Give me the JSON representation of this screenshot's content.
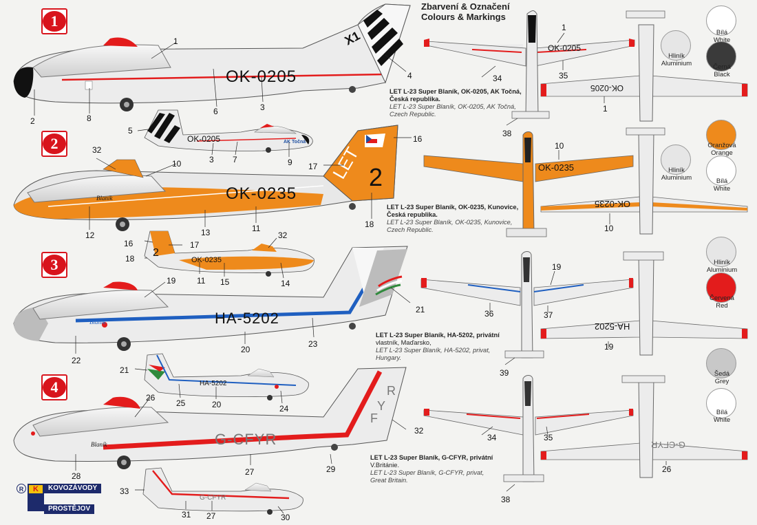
{
  "header": {
    "title_cz": "Zbarvení & Označení",
    "title_en": "Colours & Markings"
  },
  "schemes": [
    {
      "number": "1",
      "caption_bold_1": "LET L-23 Super Blaník, OK-0205, AK Točná,",
      "caption_bold_2": "Česká republika.",
      "caption_it_1": "LET L-23 Super Blaník, OK-0205, AK Točná,",
      "caption_it_2": "Czech Republic.",
      "registration": "OK-0205",
      "tail_code": "X1",
      "club": "AK Točná",
      "fuselage_script": "",
      "callouts_side": [
        "1",
        "2",
        "3",
        "4",
        "5",
        "6",
        "7",
        "8",
        "9"
      ],
      "callouts_top": [
        "1",
        "34",
        "35",
        "38"
      ],
      "callouts_bottom": [
        "1"
      ],
      "color": "#111111"
    },
    {
      "number": "2",
      "caption_bold_1": "LET L-23 Super Blaník, OK-0235, Kunovice,",
      "caption_bold_2": "Česká republika.",
      "caption_it_1": "LET L-23 Super Blaník, OK-0235, Kunovice,",
      "caption_it_2": "Czech Republic.",
      "registration": "OK-0235",
      "tail_code": "LET",
      "tail_number": "2",
      "fuselage_script": "Blaník",
      "callouts_side": [
        "10",
        "11",
        "12",
        "13",
        "14",
        "15",
        "16",
        "17",
        "18",
        "32"
      ],
      "callouts_top": [
        "10"
      ],
      "callouts_bottom": [
        "10"
      ],
      "color": "#ee8a1c"
    },
    {
      "number": "3",
      "caption_bold_1": "LET L-23 Super Blaník, HA-5202, privátní",
      "caption_plain_1": "vlastník, Maďarsko,",
      "caption_it_1": "LET L-23 Super Blaník, HA-5202, privat,",
      "caption_it_2": "Hungary.",
      "registration": "HA-5202",
      "fuselage_script": "Blaník",
      "callouts_side": [
        "19",
        "20",
        "21",
        "22",
        "23",
        "24",
        "25"
      ],
      "callouts_top": [
        "19",
        "36",
        "37",
        "39"
      ],
      "callouts_bottom": [
        "19"
      ],
      "color": "#1f5fc0"
    },
    {
      "number": "4",
      "caption_bold_1": "LET L-23 Super Blaník, G-CFYR, privátní",
      "caption_plain_1": "V.Británie.",
      "caption_it_1": "LET L-23 Super Blaník, G-CFYR, privat,",
      "caption_it_2": "Great Britain.",
      "registration": "G-CFYR",
      "tail_letters": [
        "R",
        "Y",
        "F"
      ],
      "fuselage_script": "Blaník",
      "callouts_side": [
        "26",
        "27",
        "28",
        "29",
        "30",
        "31",
        "32",
        "33"
      ],
      "callouts_top": [
        "34",
        "35",
        "38"
      ],
      "callouts_bottom": [
        "26"
      ],
      "color": "#e31c1c"
    }
  ],
  "swatches": [
    {
      "cz": "Bílá",
      "en": "White",
      "hex": "#ffffff"
    },
    {
      "cz": "Hliník",
      "en": "Aluminium",
      "hex": "#e6e6e6"
    },
    {
      "cz": "Černá",
      "en": "Black",
      "hex": "#3a3a3a"
    },
    {
      "cz": "Oranžová",
      "en": "Orange",
      "hex": "#ee8a1c"
    },
    {
      "cz": "Hliník",
      "en": "Aluminium",
      "hex": "#e6e6e6"
    },
    {
      "cz": "Bílá",
      "en": "White",
      "hex": "#ffffff"
    },
    {
      "cz": "Hliník",
      "en": "Aluminium",
      "hex": "#e6e6e6"
    },
    {
      "cz": "Červená",
      "en": "Red",
      "hex": "#e31c1c"
    },
    {
      "cz": "Šedá",
      "en": "Grey",
      "hex": "#c8c8c8"
    },
    {
      "cz": "Bílá",
      "en": "White",
      "hex": "#ffffff"
    }
  ],
  "logo": {
    "top": "KOVOZÁVODY",
    "bottom": "PROSTĚJOV",
    "mark_r": "R",
    "mark_k": "K"
  }
}
